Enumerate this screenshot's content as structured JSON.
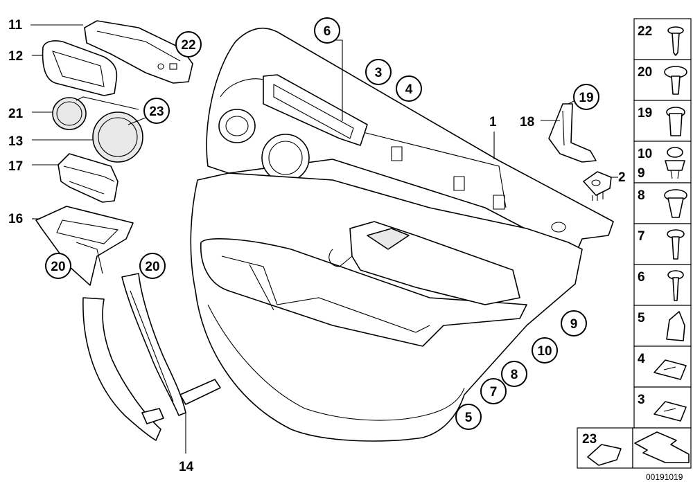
{
  "labels": {
    "p1": "1",
    "p2": "2",
    "p3": "3",
    "p4": "4",
    "p5": "5",
    "p6": "6",
    "p7": "7",
    "p8": "8",
    "p9": "9",
    "p10": "10",
    "p11": "11",
    "p12": "12",
    "p13": "13",
    "p14": "14",
    "p16": "16",
    "p17": "17",
    "p18": "18",
    "p19": "19",
    "p20": "20",
    "p21": "21",
    "p22": "22",
    "p23": "23"
  },
  "sidebar": [
    "22",
    "20",
    "19",
    "10",
    "9",
    "8",
    "7",
    "6",
    "5",
    "4",
    "3"
  ],
  "bottom_box_label": "23",
  "diagram_code": "00191019"
}
